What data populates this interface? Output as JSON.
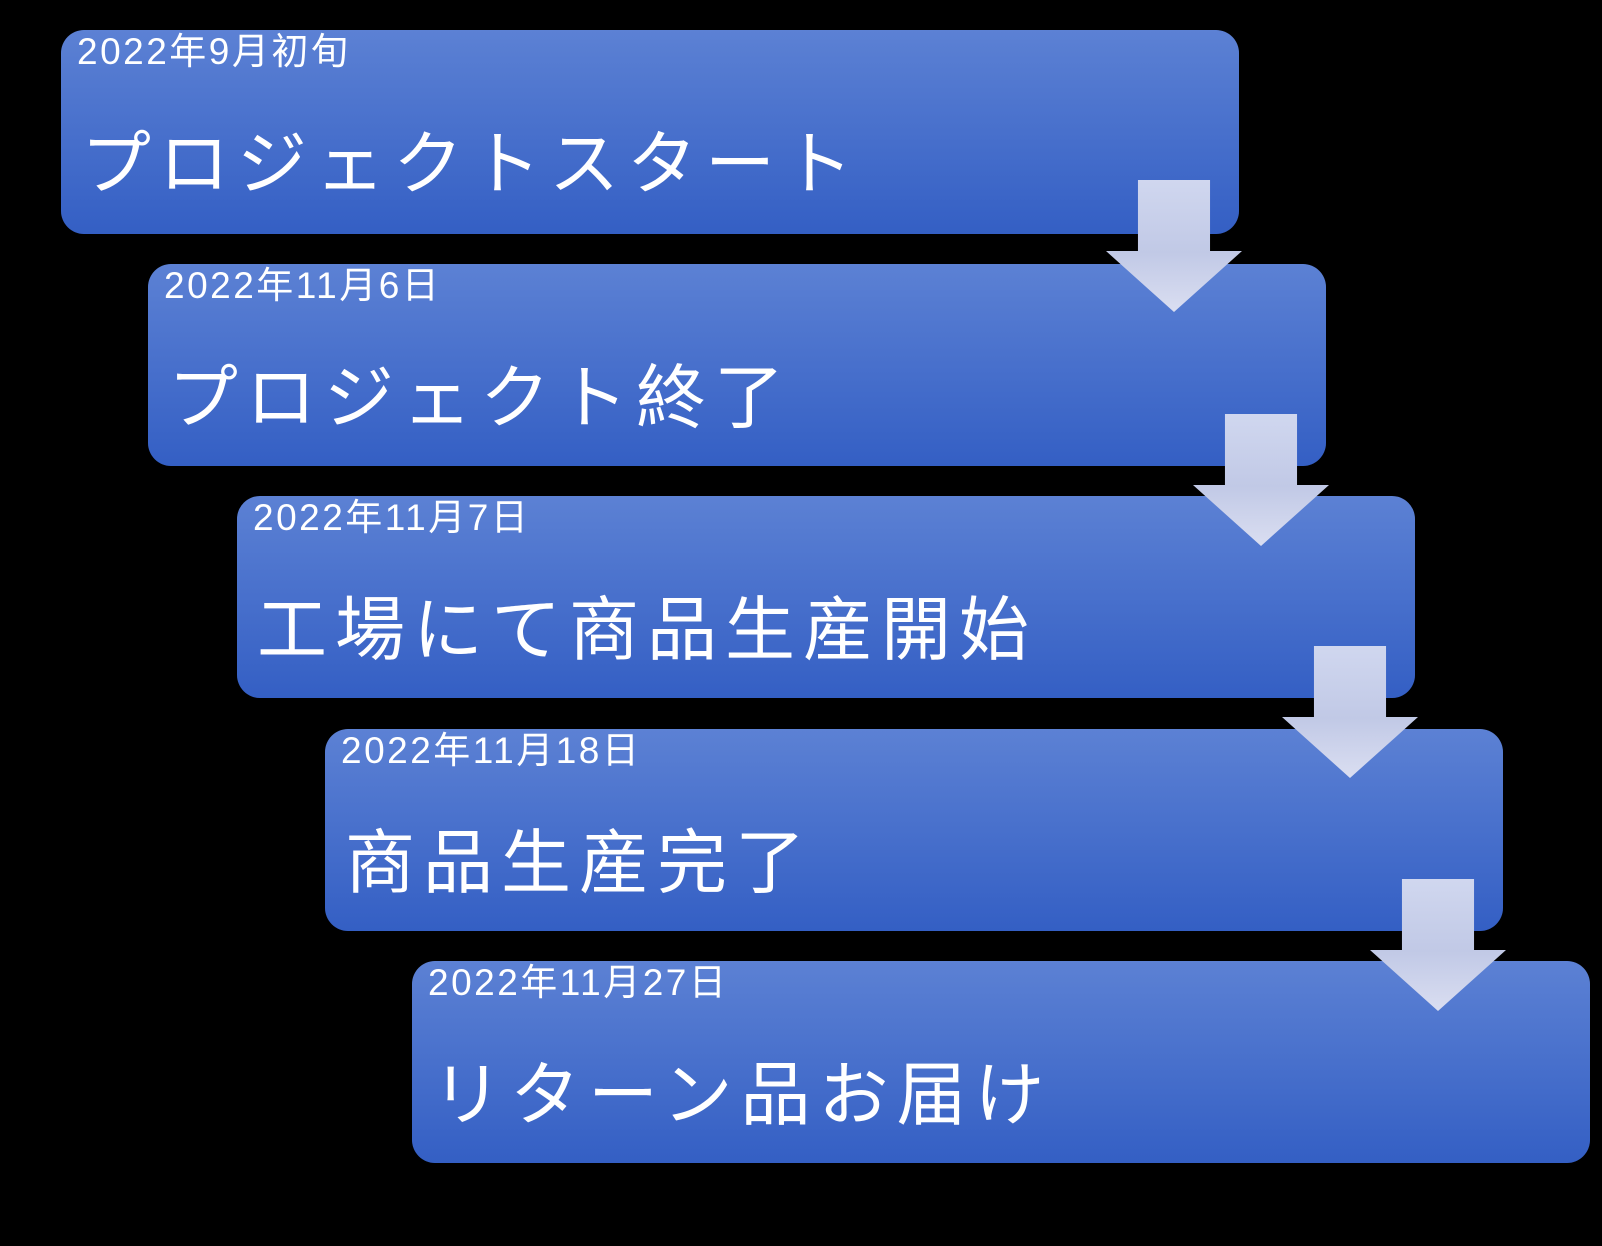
{
  "background_color": "#000000",
  "steps": [
    {
      "date": "2022年9月初旬",
      "title": "プロジェクトスタート"
    },
    {
      "date": "2022年11月6日",
      "title": "プロジェクト終了"
    },
    {
      "date": "2022年11月7日",
      "title": "工場にて商品生産開始"
    },
    {
      "date": "2022年11月18日",
      "title": "商品生産完了"
    },
    {
      "date": "2022年11月27日",
      "title": "リターン品お届け"
    }
  ],
  "colors": {
    "box_gradient_top": "#5c81d4",
    "box_gradient_bottom": "#345fc4",
    "arrow_light": "#d0d7ef",
    "arrow_dark": "#c1c9e6",
    "text": "#ffffff"
  }
}
